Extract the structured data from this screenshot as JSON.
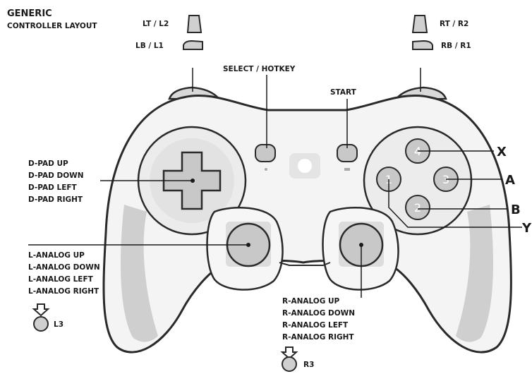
{
  "title": {
    "line1": "GENERIC",
    "line2": "CONTROLLER LAYOUT"
  },
  "triggers": {
    "lt": "LT / L2",
    "lb": "LB / L1",
    "rt": "RT / R2",
    "rb": "RB / R1"
  },
  "center": {
    "select": "SELECT / HOTKEY",
    "start": "START"
  },
  "dpad": [
    "D-PAD UP",
    "D-PAD DOWN",
    "D-PAD LEFT",
    "D-PAD RIGHT"
  ],
  "left_analog": [
    "L-ANALOG UP",
    "L-ANALOG DOWN",
    "L-ANALOG LEFT",
    "L-ANALOG RIGHT"
  ],
  "right_analog": [
    "R-ANALOG UP",
    "R-ANALOG DOWN",
    "R-ANALOG LEFT",
    "R-ANALOG RIGHT"
  ],
  "stick_press": {
    "l3": "L3",
    "r3": "R3"
  },
  "face_buttons": {
    "numbers": [
      "4",
      "3",
      "1",
      "2"
    ],
    "x": "X",
    "a": "A",
    "b": "B",
    "y": "Y"
  },
  "colors": {
    "body": "#f4f4f4",
    "outline": "#2a2a2a",
    "grip_shade": "#cfcfcf",
    "button_fill": "#c8c8c8",
    "text": "#1a1a1a"
  }
}
